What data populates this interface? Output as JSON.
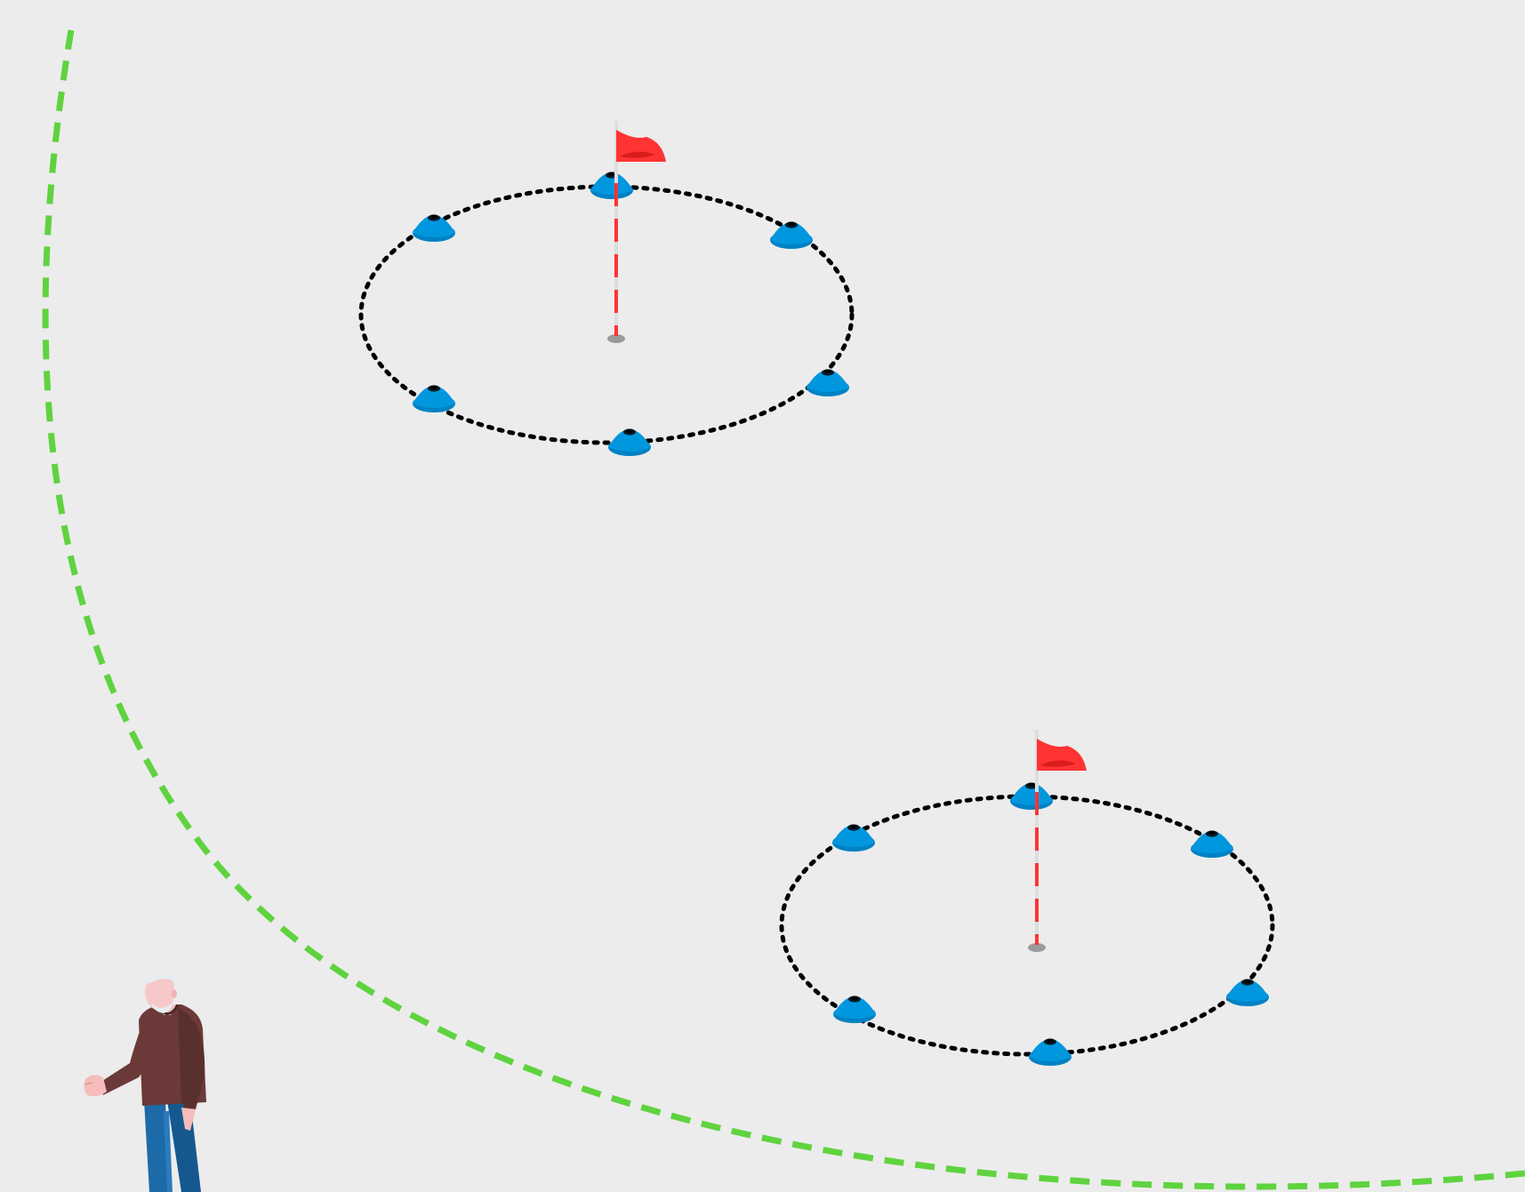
{
  "scene": {
    "title": "",
    "background_color": "#ececec",
    "boundary": {
      "kind": "dashed-arc",
      "color": "#5fd33f"
    },
    "stations": [
      {
        "name": "upper-station",
        "cone_count": 6,
        "ring_style": "dotted",
        "ring_color": "#000000",
        "flag_color": "#ff3333",
        "cone_color": "#0097de"
      },
      {
        "name": "lower-station",
        "cone_count": 6,
        "ring_style": "dotted",
        "ring_color": "#000000",
        "flag_color": "#ff3333",
        "cone_color": "#0097de"
      }
    ],
    "figure": {
      "kind": "coach",
      "shirt_color": "#6b3a38",
      "jeans_color": "#1d6aa8",
      "hair_color": "#e6ecf0"
    }
  }
}
